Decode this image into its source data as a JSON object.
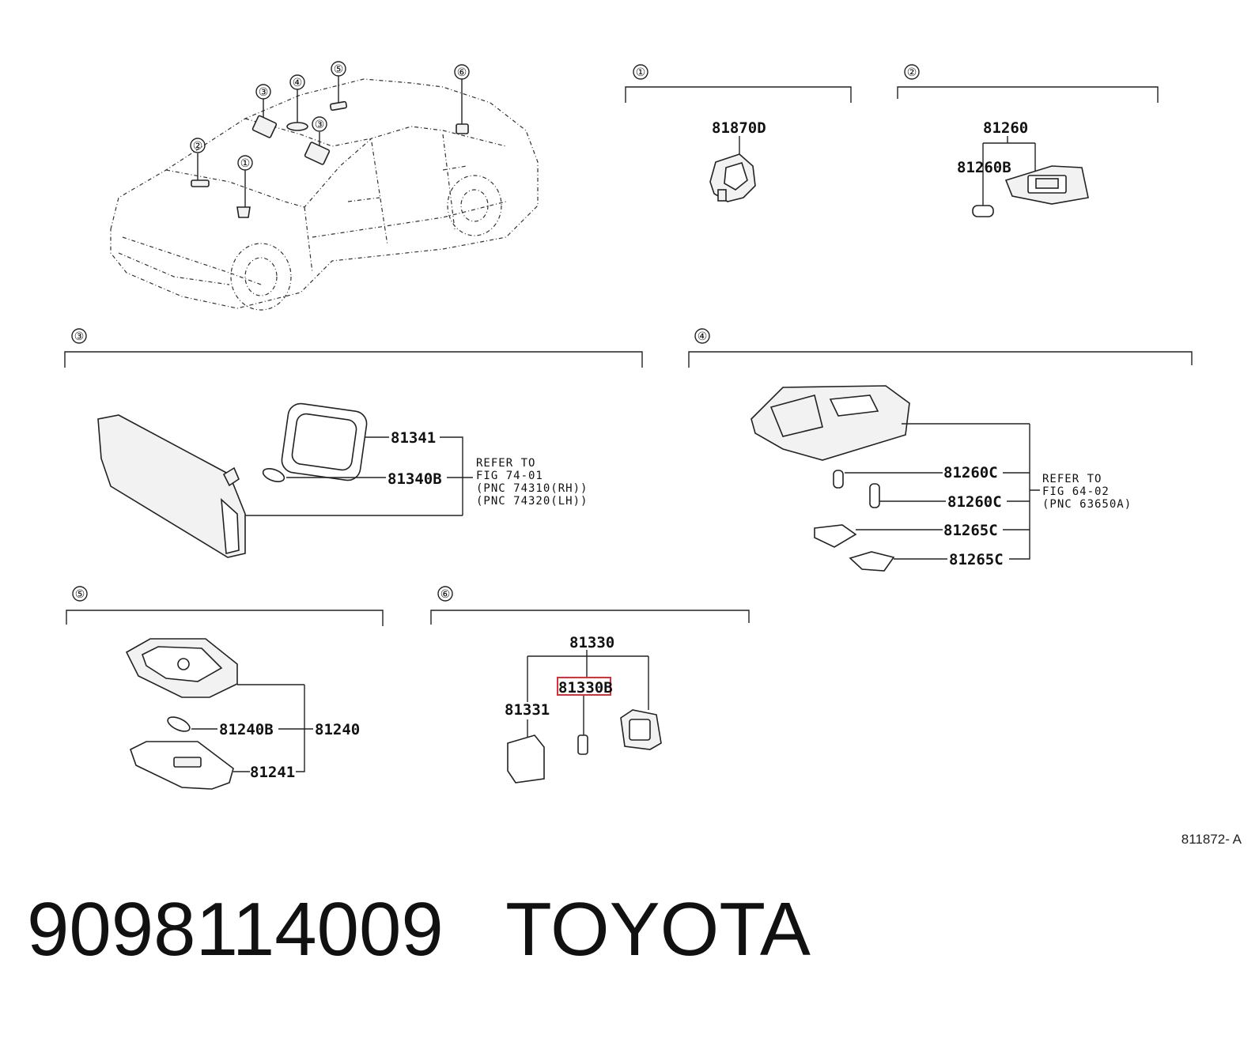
{
  "sections": {
    "s1": {
      "num": "①",
      "parts": {
        "p1": "81870D"
      }
    },
    "s2": {
      "num": "②",
      "parts": {
        "p1": "81260",
        "p2": "81260B"
      }
    },
    "s3": {
      "num": "③",
      "parts": {
        "p1": "81341",
        "p2": "81340B"
      },
      "refer": [
        "REFER TO",
        "FIG 74-01",
        " (PNC 74310(RH))",
        " (PNC 74320(LH))"
      ]
    },
    "s4": {
      "num": "④",
      "parts": {
        "p1": "81260C",
        "p2": "81260C",
        "p3": "81265C",
        "p4": "81265C"
      },
      "refer": [
        "REFER TO",
        "FIG 64-02",
        " (PNC 63650A)"
      ]
    },
    "s5": {
      "num": "⑤",
      "parts": {
        "p1": "81240B",
        "p2": "81240",
        "p3": "81241"
      }
    },
    "s6": {
      "num": "⑥",
      "parts": {
        "p1": "81330",
        "p2": "81330B",
        "p3": "81331"
      }
    }
  },
  "car_callouts": [
    "①",
    "②",
    "③",
    "④",
    "⑤",
    "⑥",
    "③"
  ],
  "highlight_color": "#d9303a",
  "figure_code": "811872- A",
  "caption": {
    "part_number": "9098114009",
    "brand": "TOYOTA"
  }
}
